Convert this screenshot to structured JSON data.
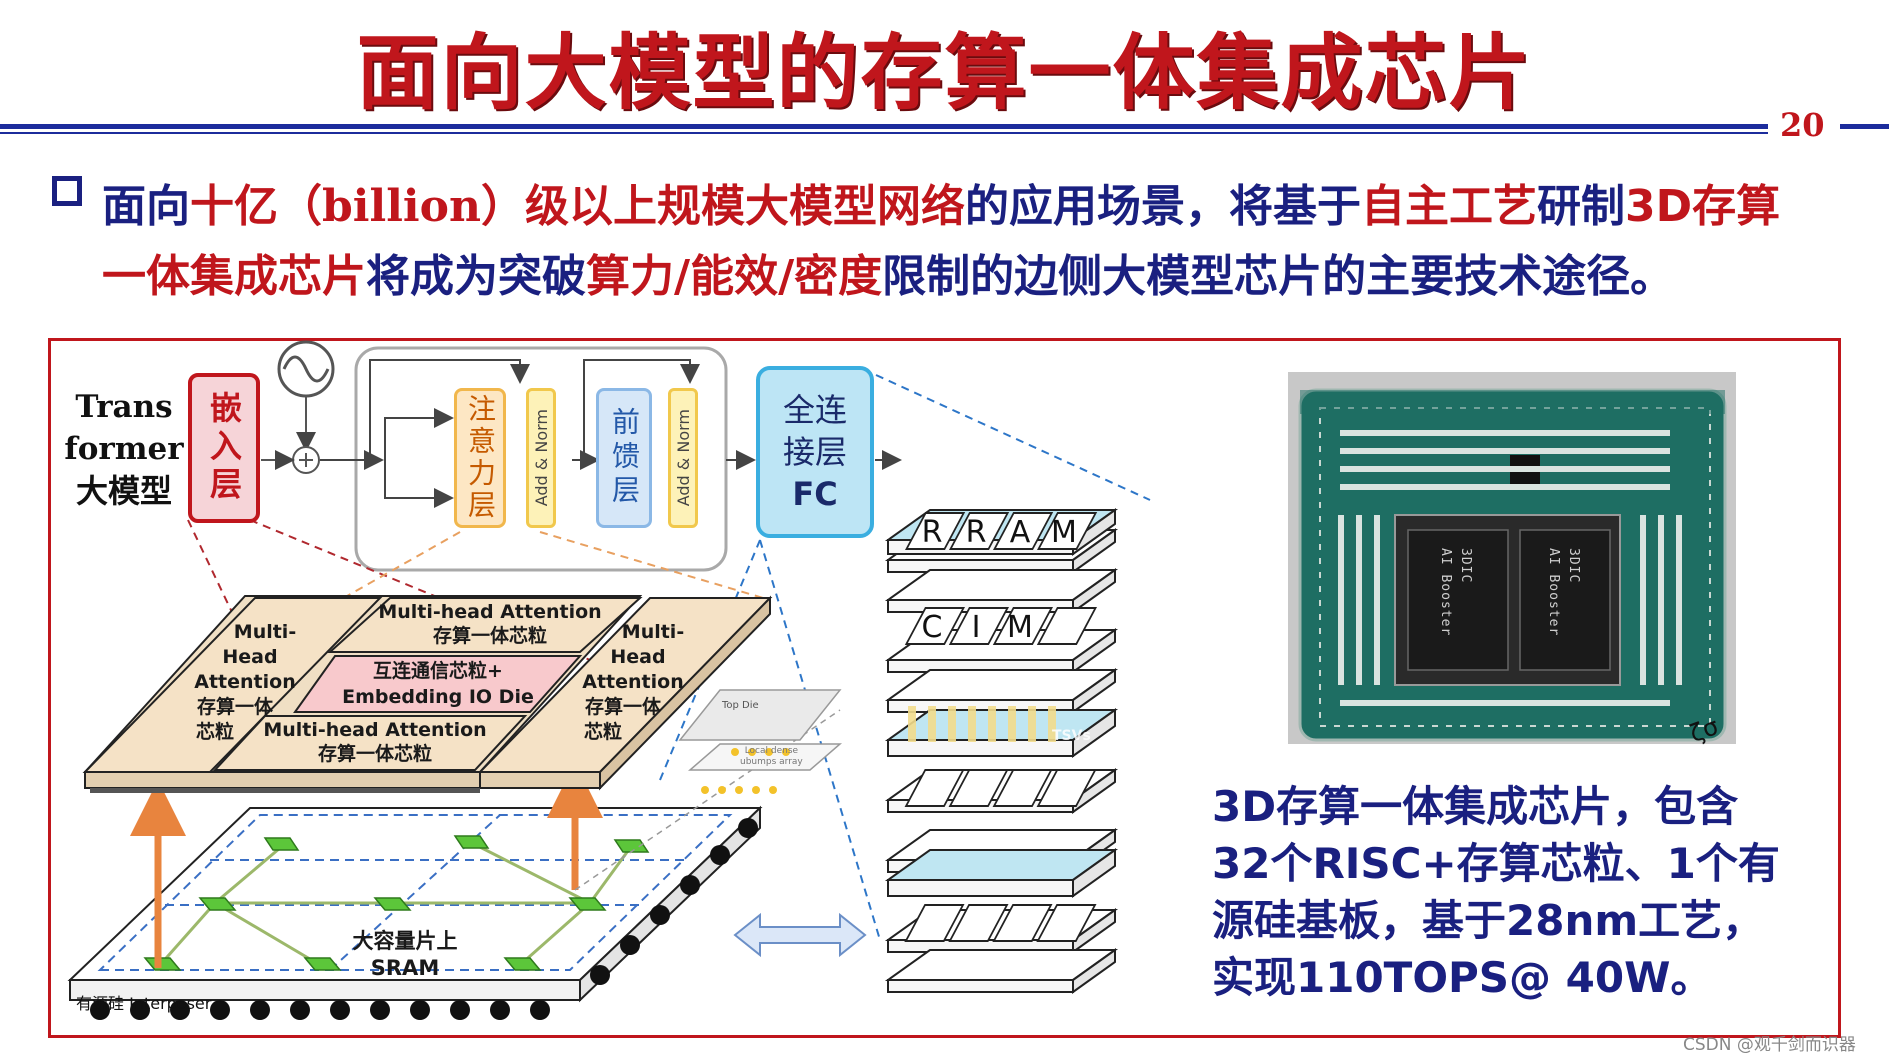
{
  "page": {
    "title": "面向大模型的存算一体集成芯片",
    "page_number": "20"
  },
  "intro": {
    "line1": [
      {
        "text": "面向",
        "style": "normal"
      },
      {
        "text": "十亿（",
        "style": "red"
      },
      {
        "text": "billion",
        "style": "red-serif"
      },
      {
        "text": "）级以上规模大模型网络",
        "style": "red"
      },
      {
        "text": "的应用场景，将基于",
        "style": "normal"
      },
      {
        "text": "自主工艺",
        "style": "red"
      },
      {
        "text": "研制",
        "style": "normal"
      },
      {
        "text": "3D存算",
        "style": "red"
      }
    ],
    "line2": [
      {
        "text": "一体集成芯片",
        "style": "red"
      },
      {
        "text": "将成为突破",
        "style": "normal"
      },
      {
        "text": "算力/能效/密度",
        "style": "red"
      },
      {
        "text": "限制的边侧大模型芯片的主要技术途径。",
        "style": "normal"
      }
    ]
  },
  "transformer": {
    "label_line1": "Trans",
    "label_line2": "former",
    "label_line3": "大模型",
    "embed": "嵌入层",
    "attention": "注意力层",
    "add_norm": "Add & Norm",
    "feed_forward": "前馈层",
    "fc_line1": "全连",
    "fc_line2": "接层",
    "fc_line3": "FC"
  },
  "package": {
    "mha_top_1": "Multi-head Attention",
    "mha_top_2": "存算一体芯粒",
    "left_1": "Multi-",
    "left_2": "Head",
    "left_3": "Attention",
    "left_4": "存算一体",
    "left_5": "芯粒",
    "right_1": "Multi-",
    "right_2": "Head",
    "right_3": "Attention",
    "right_4": "存算一体",
    "right_5": "芯粒",
    "io_1": "互连通信芯粒+",
    "io_2": "Embedding IO Die",
    "mha_bottom_1": "Multi-head Attention",
    "mha_bottom_2": "存算一体芯粒",
    "sram_1": "大容量片上",
    "sram_2": "SRAM",
    "interposer": "有源硅 Interposer",
    "top_die": "Top Die",
    "local_1": "Local dense",
    "local_2": "ubumps array"
  },
  "stack": {
    "row1": [
      "R",
      "R",
      "A",
      "M"
    ],
    "row2": [
      "C",
      "I",
      "M"
    ],
    "tsv": "TSVs"
  },
  "photo": {
    "die1_a": "3DIC",
    "die1_b": "AI Booster",
    "die2_a": "3DIC",
    "die2_b": "AI Booster",
    "mark": "ζσ"
  },
  "caption": {
    "line1": "3D存算一体集成芯片，包含",
    "line2": "32个RISC+存算芯粒、1个有",
    "line3": "源硅基板，基于28nm工艺，",
    "line4": "实现110TOPS@ 40W。"
  },
  "watermark": "CSDN @观千剑而识器",
  "colors": {
    "title_red": "#c0161c",
    "text_blue": "#1a2080",
    "embed_fill": "#f6d4d8",
    "attn_fill": "#fde7c4",
    "addnorm_fill": "#fdf2b8",
    "ffn_fill": "#d6e7f8",
    "fc_fill": "#bde5f5",
    "chiplet_fill": "#f5e2c6",
    "io_fill": "#f8c9cc",
    "pcb_green": "#1e6e63"
  }
}
